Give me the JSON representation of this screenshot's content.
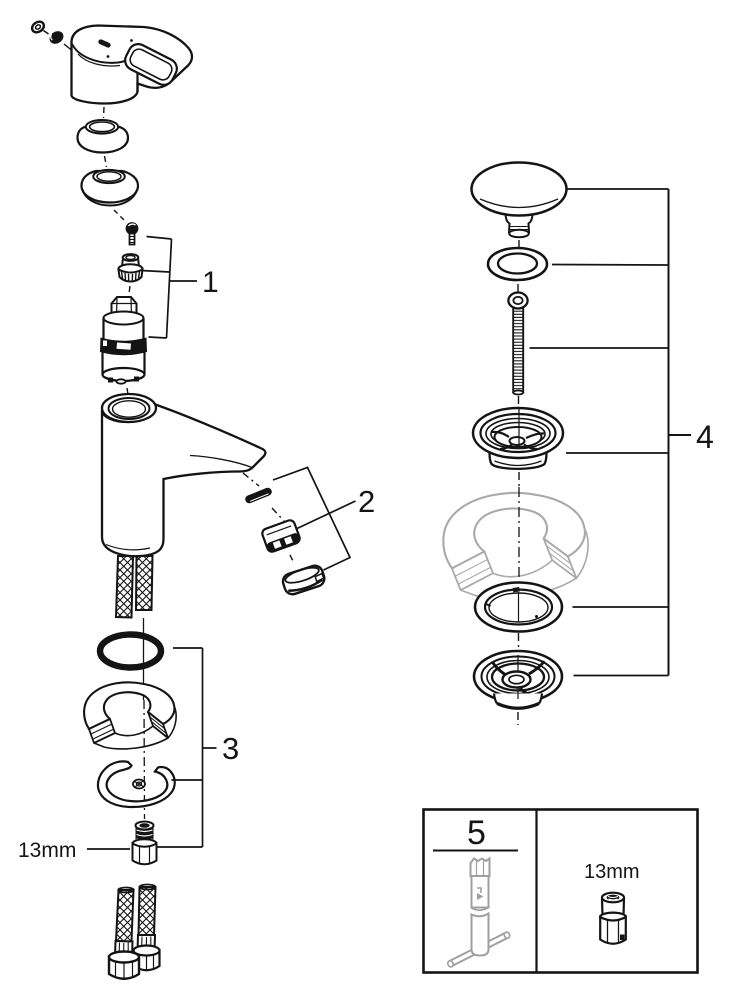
{
  "diagram": {
    "kind": "exploded-parts-diagram",
    "subject": "single-lever basin mixer faucet with pop-up waste set",
    "background_color": "#ffffff",
    "line_color": "#141414",
    "muted_line_color": "#a9a9a9",
    "callouts": [
      {
        "label": "1",
        "parts": [
          "handle-fixing-screw",
          "handle-plug",
          "cartridge-dome-nut",
          "ceramic-cartridge"
        ]
      },
      {
        "label": "2",
        "parts": [
          "aerator-key",
          "aerator-insert",
          "aerator-cap"
        ]
      },
      {
        "label": "3",
        "parts": [
          "o-ring-seal",
          "stabilizer-wedge",
          "horseshoe-washer",
          "mounting-nut"
        ]
      },
      {
        "label": "4",
        "parts": [
          "waste-plug-cap",
          "metal-washer",
          "connecting-screw",
          "waste-top-flange",
          "rubber-seal",
          "waste-body"
        ]
      },
      {
        "label": "5",
        "parts": [
          "socket-spanner-tool",
          "socket-nut"
        ]
      }
    ],
    "annotations": [
      {
        "target": "mounting-nut",
        "label": "13mm"
      },
      {
        "target": "socket-nut",
        "label": "13mm"
      }
    ],
    "other_parts": [
      "lever-handle",
      "dome-cap",
      "escutcheon-ring",
      "faucet-body",
      "supply-hoses",
      "hose-connection-nuts",
      "basin-cutout"
    ]
  }
}
